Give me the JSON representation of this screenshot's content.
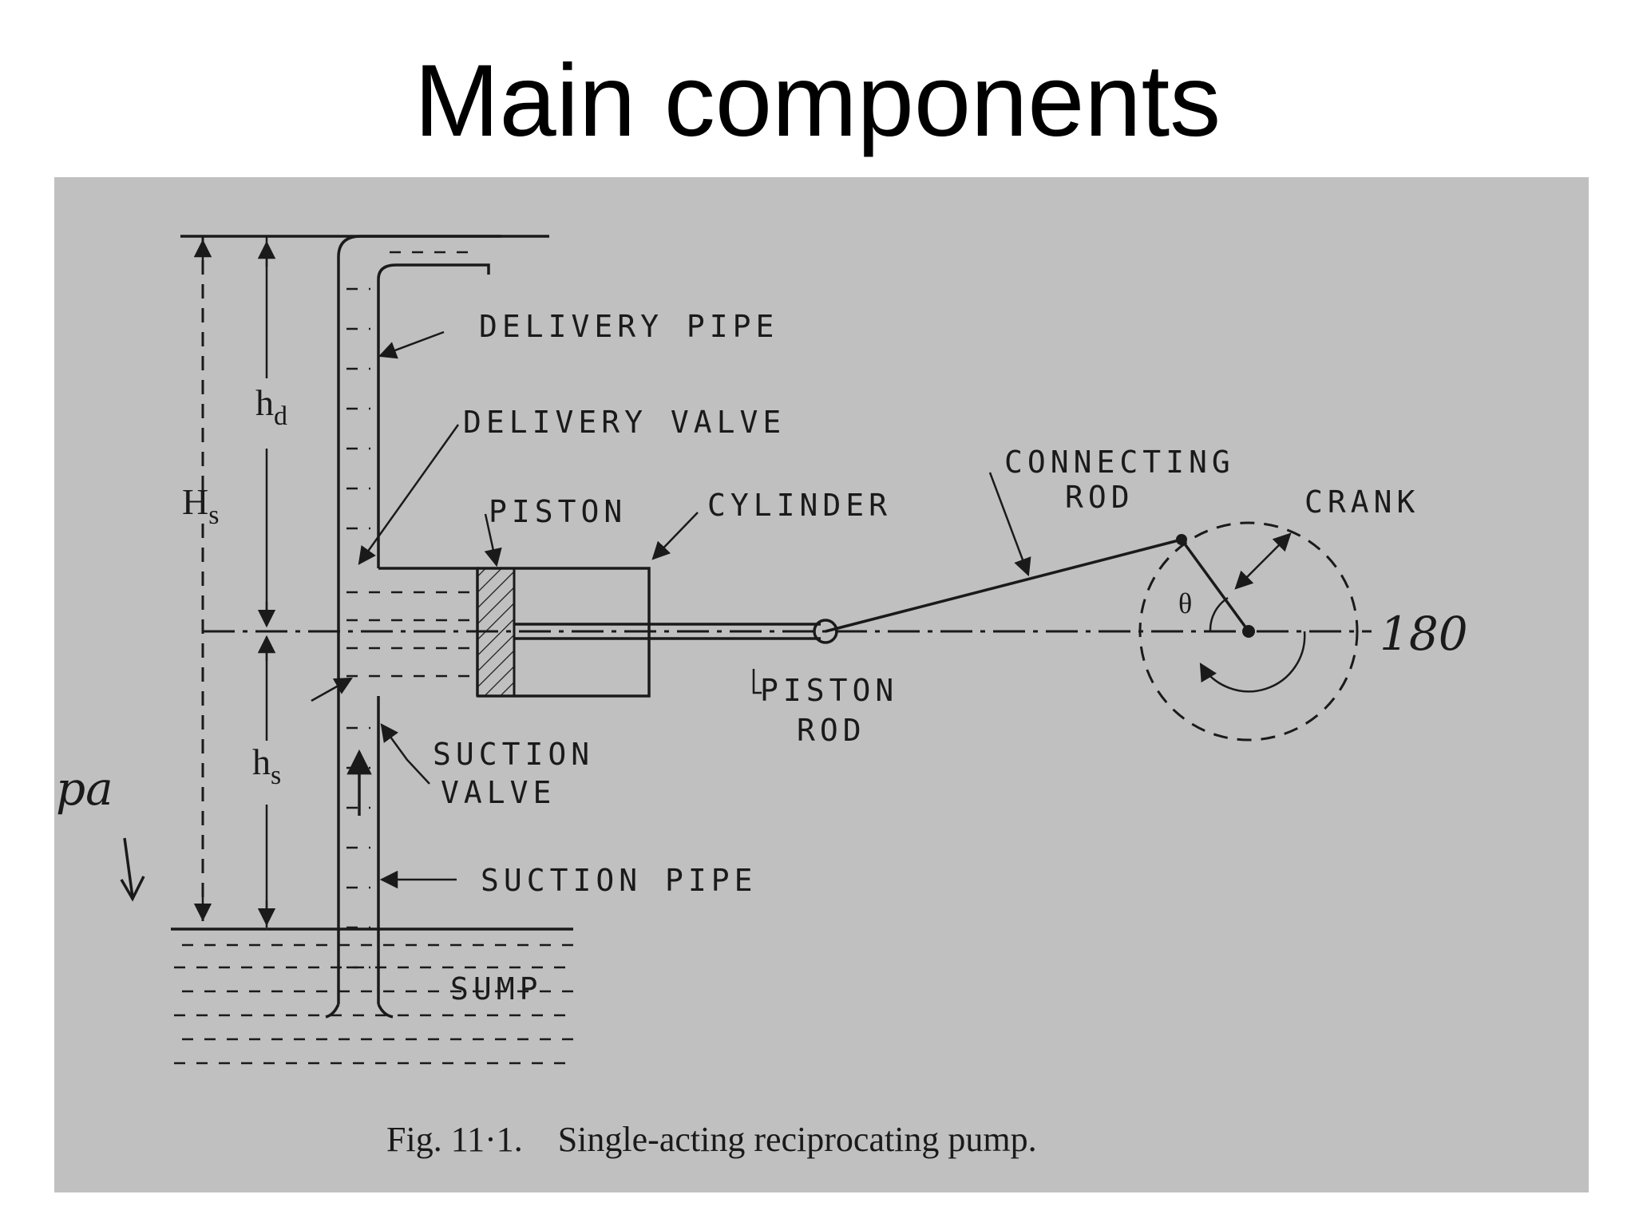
{
  "slide": {
    "title": "Main components"
  },
  "figure": {
    "labels": {
      "delivery_pipe": "DELIVERY PIPE",
      "delivery_valve": "DELIVERY VALVE",
      "piston": "PISTON",
      "cylinder": "CYLINDER",
      "connecting_rod_1": "CONNECTING",
      "connecting_rod_2": "ROD",
      "crank": "CRANK",
      "piston_rod_1": "PISTON",
      "piston_rod_2": "ROD",
      "suction_valve_1": "SUCTION",
      "suction_valve_2": "VALVE",
      "suction_pipe": "SUCTION PIPE",
      "sump": "SUMP"
    },
    "symbols": {
      "hd_main": "h",
      "hd_sub": "d",
      "Hs_main": "H",
      "Hs_sub": "s",
      "hs_main": "h",
      "hs_sub": "s",
      "theta": "θ"
    },
    "handwritten": {
      "angle_180": "180",
      "pa": "pa"
    },
    "caption": "Fig. 11·1.    Single-acting reciprocating pump."
  },
  "colors": {
    "slide_background": "#ffffff",
    "figure_background": "#c0c0c0",
    "ink": "#1a1a1a"
  }
}
